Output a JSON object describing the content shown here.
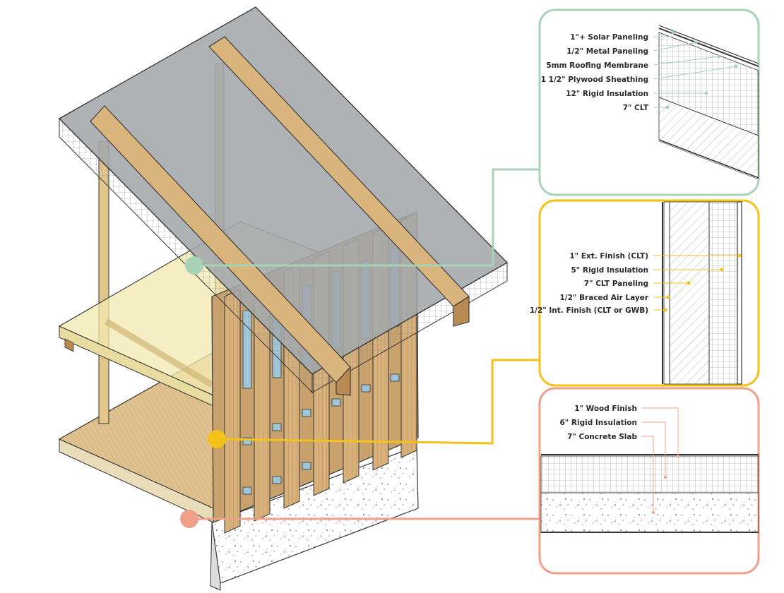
{
  "roof": {
    "color": "#a9d3b6",
    "layers": [
      {
        "label": "1\"+ Solar Paneling"
      },
      {
        "label": "1/2\" Metal Paneling"
      },
      {
        "label": "5mm Roofing Membrane"
      },
      {
        "label": "1 1/2\" Plywood Sheathing"
      },
      {
        "label": "12\" Rigid Insulation"
      },
      {
        "label": "7\" CLT"
      }
    ]
  },
  "wall": {
    "color": "#f2c21b",
    "layers": [
      {
        "label": "1\" Ext. Finish (CLT)"
      },
      {
        "label": "5\" Rigid Insulation"
      },
      {
        "label": "7\" CLT Paneling"
      },
      {
        "label": "1/2\" Braced Air Layer"
      },
      {
        "label": "1/2\" Int. Finish (CLT or GWB)"
      }
    ]
  },
  "floor": {
    "color": "#f0a088",
    "layers": [
      {
        "label": "1\" Wood Finish"
      },
      {
        "label": "6\" Rigid Insulation"
      },
      {
        "label": "7\" Concrete Slab"
      }
    ]
  },
  "materials": {
    "wood": "#d9b47c",
    "wood_dark": "#b98a52",
    "glass_roof": "#9aa0a5",
    "glass_floor": "#eee6a6",
    "concrete": "#e6e6e6"
  }
}
